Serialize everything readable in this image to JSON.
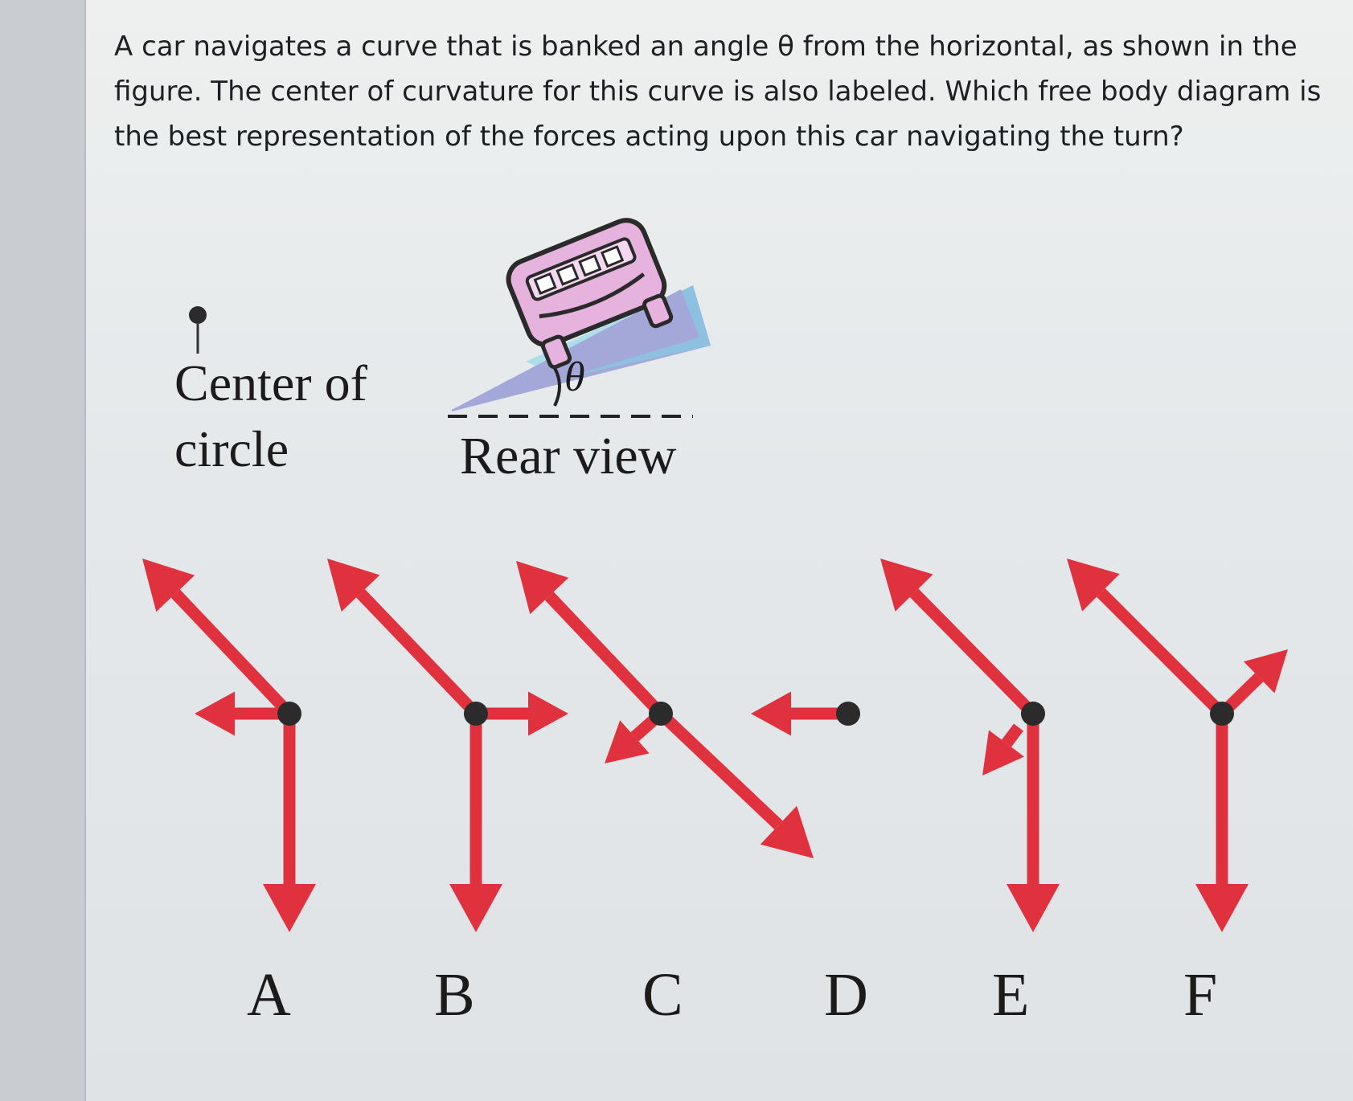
{
  "question": {
    "text": "A car navigates a curve that is banked an angle θ from the horizontal, as shown in the figure. The center of curvature for this curve is also labeled. Which free body diagram is the best representation of the forces acting upon this car navigating the turn?"
  },
  "figure": {
    "center_label_line1": "Center of",
    "center_label_line2": "circle",
    "angle_symbol": "θ",
    "rear_view_label": "Rear view"
  },
  "options": [
    {
      "label": "A"
    },
    {
      "label": "B"
    },
    {
      "label": "C"
    },
    {
      "label": "D"
    },
    {
      "label": "E"
    },
    {
      "label": "F"
    }
  ],
  "colors": {
    "arrow": "#e0323e",
    "dot": "#2b2b2b",
    "ramp": "#a3a8d8",
    "ramp_edge": "#6fe0e6",
    "car_body": "#e2a8d8"
  }
}
